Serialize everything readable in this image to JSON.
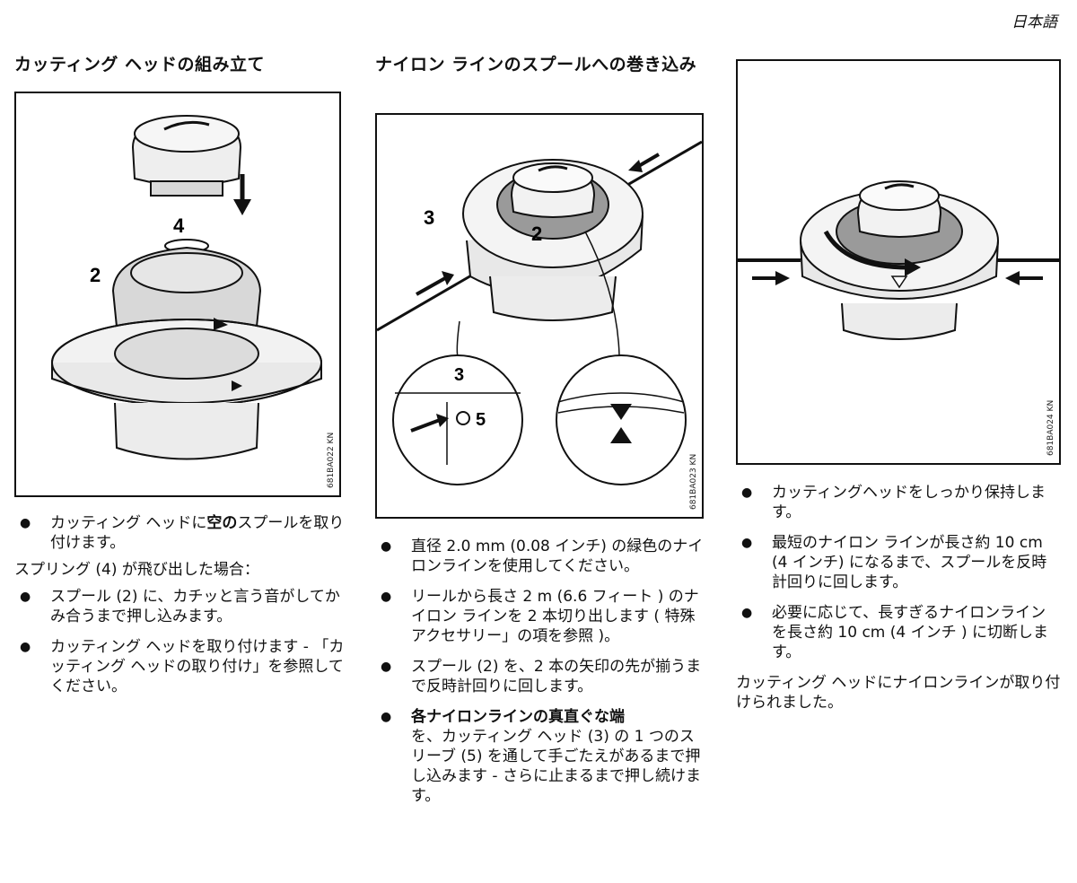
{
  "language_label": "日本語",
  "col1": {
    "heading": "カッティング ヘッドの組み立て",
    "figure": {
      "code": "681BA022 KN",
      "label_4": "4",
      "label_2": "2"
    },
    "b1_pre": "カッティング ヘッドに",
    "b1_bold": "空の",
    "b1_post": "スプールを取り付けます。",
    "para": "スプリング (4) が飛び出した場合：",
    "b2": "スプール (2) に、カチッと言う音がしてかみ合うまで押し込みます。",
    "b3": "カッティング ヘッドを取り付けます - 「カッティング ヘッドの取り付け」を参照してください。"
  },
  "col2": {
    "heading": "ナイロン ラインのスプールへの巻き込み",
    "figure": {
      "code": "681BA023 KN",
      "label_3": "3",
      "label_2": "2",
      "label_3b": "3",
      "label_5": "5"
    },
    "b1": "直径 2.0 mm (0.08 インチ) の緑色のナイロンラインを使用してください。",
    "b2": "リールから長さ 2 m (6.6 フィート ) のナイロン ラインを 2 本切り出します ( 特殊アクセサリー」の項を参照 )。",
    "b3": "スプール (2) を、2 本の矢印の先が揃うまで反時計回りに回します。",
    "b4_bold": "各ナイロンラインの真直ぐな端",
    "b4_rest": "を、カッティング ヘッド (3) の 1 つのスリーブ (5) を通して手ごたえがあるまで押し込みます - さらに止まるまで押し続けます。"
  },
  "col3": {
    "figure": {
      "code": "681BA024 KN"
    },
    "b1": "カッティングヘッドをしっかり保持します。",
    "b2": "最短のナイロン ラインが長さ約 10 cm (4 インチ) になるまで、スプールを反時計回りに回します。",
    "b3": "必要に応じて、長すぎるナイロンラインを長さ約 10 cm (4 インチ ) に切断します。",
    "para": "カッティング ヘッドにナイロンラインが取り付けられました。"
  }
}
